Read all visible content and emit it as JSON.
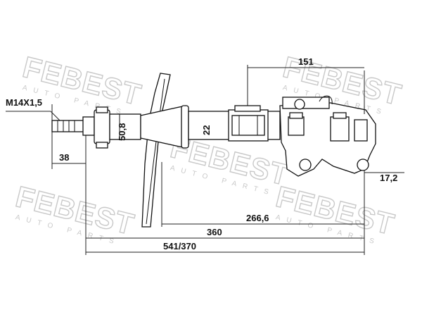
{
  "watermark": {
    "brand": "FEBEST",
    "tagline": "AUTO PARTS"
  },
  "dimensions": {
    "thread": "M14X1,5",
    "rod_length": "38",
    "spring_seat": "50,8",
    "rod_diameter": "22",
    "bracket_height": "151",
    "bracket_offset": "17,2",
    "body_length": "266,6",
    "mounting_length": "360",
    "total_length": "541/370"
  },
  "colors": {
    "ink": "#111111",
    "watermark": "#c9c9c9",
    "background": "#ffffff"
  }
}
